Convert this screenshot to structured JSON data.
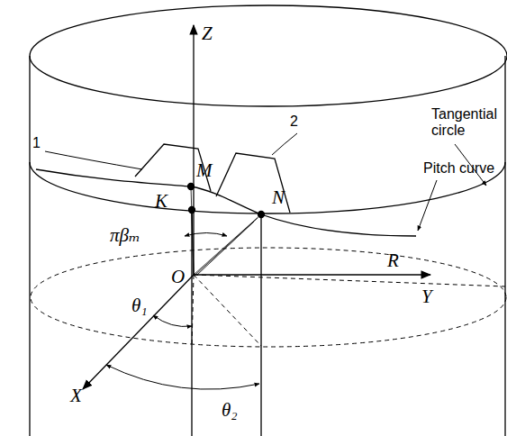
{
  "diagram": {
    "labels": [
      "Z",
      "Tangential circle",
      "1",
      "M",
      "2",
      "N",
      "Pitch curve",
      "K",
      "πβₘ",
      "O",
      "R",
      "Y",
      "θ₁",
      "X",
      "θ₂"
    ]
  }
}
